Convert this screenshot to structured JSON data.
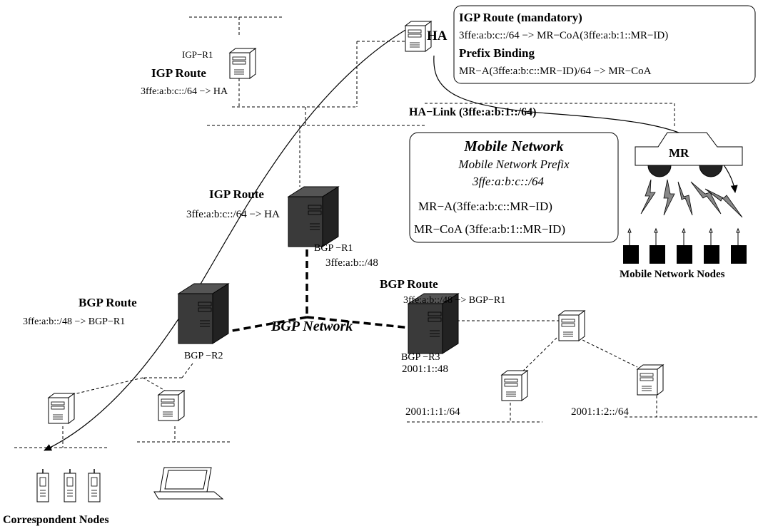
{
  "ha_box": {
    "igp_title": "IGP Route (mandatory)",
    "igp_route": "3ffe:a:b:c::/64 −> MR−CoA(3ffe:a:b:1::MR−ID)",
    "binding_title": "Prefix Binding",
    "binding_route": "MR−A(3ffe:a:b:c::MR−ID)/64 −> MR−CoA"
  },
  "ha_label": "HA",
  "ha_link_label": "HA−Link (3ffe:a:b:1::/64)",
  "mobile_box": {
    "title": "Mobile Network",
    "prefix_label": "Mobile Network Prefix",
    "prefix": "3ffe:a:b:c::/64",
    "mr_a": "MR−A(3ffe:a:b:c::MR−ID)",
    "mr_coa": "MR−CoA (3ffe:a:b:1::MR−ID)"
  },
  "mr_label": "MR",
  "mobile_nodes_label": "Mobile Network Nodes",
  "igp_r1": {
    "name": "IGP−R1",
    "route_title": "IGP Route",
    "route": "3ffe:a:b:c::/64 −> HA"
  },
  "igp_route_2": {
    "title": "IGP Route",
    "route": "3ffe:a:b:c::/64 −> HA"
  },
  "bgp_r1": {
    "name": "BGP −R1",
    "prefix": "3ffe:a:b::/48"
  },
  "bgp_r2": {
    "route_title": "BGP Route",
    "route": "3ffe:a:b::/48 −> BGP−R1",
    "name": "BGP −R2"
  },
  "bgp_r3": {
    "route_title": "BGP Route",
    "route": "3ffe:a:b::/48 −> BGP−R1",
    "name": "BGP −R3",
    "prefix": "2001:1::48"
  },
  "bgp_network_label": "BGP Network",
  "subnet_1": "2001:1:1:/64",
  "subnet_2": "2001:1:2::/64",
  "correspondent_label": "Correspondent Nodes"
}
